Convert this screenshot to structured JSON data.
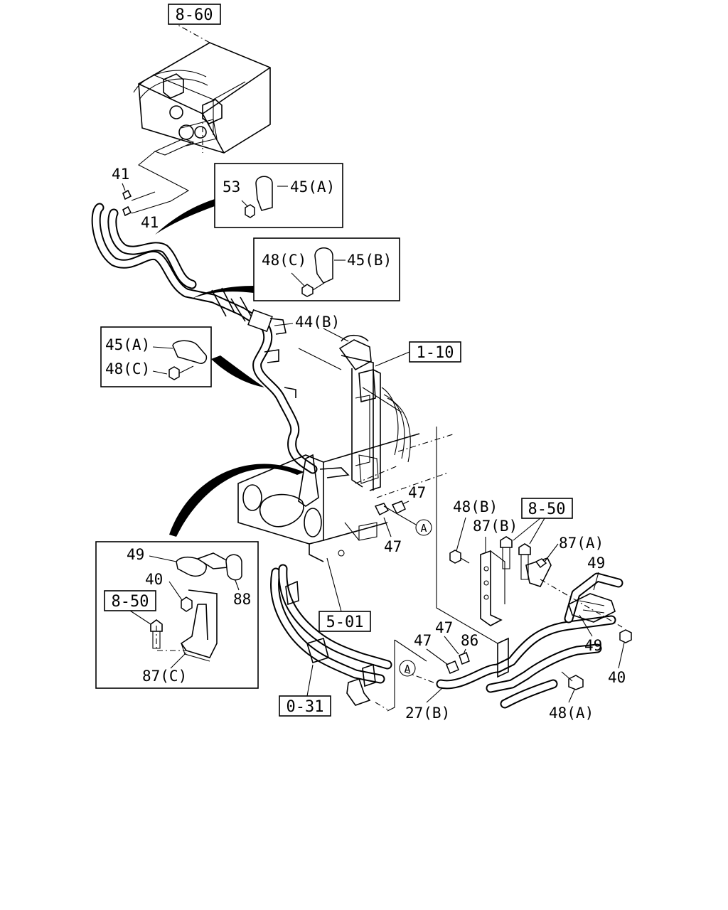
{
  "refs": {
    "r_8_60": "8-60",
    "r_1_10": "1-10",
    "r_8_50_main": "8-50",
    "r_5_01": "5-01",
    "r_0_31": "0-31",
    "r_8_50_inset": "8-50"
  },
  "labels": {
    "l41_a": "41",
    "l41_b": "41",
    "l53": "53",
    "l45a_inset1": "45(A)",
    "l48c_inset2": "48(C)",
    "l45b_inset2": "45(B)",
    "l44b": "44(B)",
    "l45a_inset3": "45(A)",
    "l48c_inset3": "48(C)",
    "l47_a": "47",
    "l47_b": "47",
    "l48b": "48(B)",
    "l87b": "87(B)",
    "l87a": "87(A)",
    "l49_right": "49",
    "l49_right2": "49",
    "l40_right": "40",
    "l49_inset": "49",
    "l40_inset": "40",
    "l88": "88",
    "l87c": "87(C)",
    "l47_c": "47",
    "l47_d": "47",
    "l86": "86",
    "l27b": "27(B)",
    "l48a": "48(A)"
  },
  "markers": {
    "a1": "A",
    "a2": "A"
  }
}
